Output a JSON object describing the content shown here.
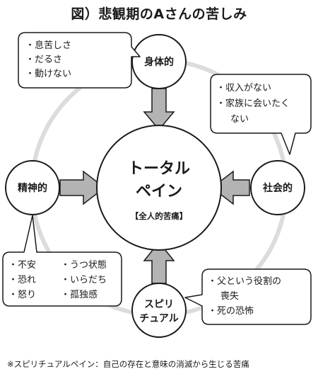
{
  "title": "図）悲観期のAさんの苦しみ",
  "center": {
    "line1": "トータル",
    "line2": "ペイン",
    "sub": "【全人的苦痛】"
  },
  "nodes": {
    "physical": "身体的",
    "social": "社会的",
    "mental": "精神的",
    "spiritual_line1": "スピリ",
    "spiritual_line2": "チュアル"
  },
  "bubbles": {
    "physical": [
      "・息苦しさ",
      "・だるさ",
      "・動けない"
    ],
    "social": [
      "・収入がない",
      "・家族に会いたく",
      "ない"
    ],
    "mental_left": [
      "・不安",
      "・恐れ",
      "・怒り"
    ],
    "mental_right": [
      "・うつ状態",
      "・いらだち",
      "・孤独感"
    ],
    "spiritual": [
      "・父という役割の",
      "喪失",
      "・死の恐怖"
    ]
  },
  "footnote": "※スピリチュアルペイン：自己の存在と意味の消滅から生じる苦痛"
}
